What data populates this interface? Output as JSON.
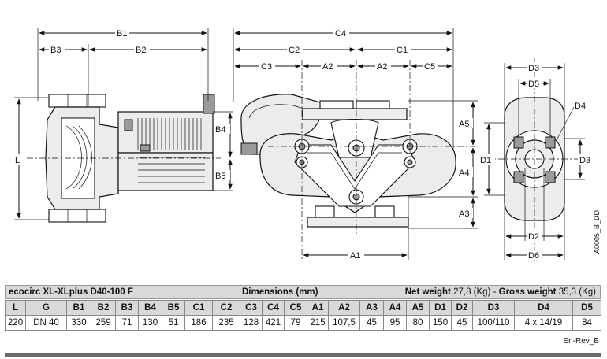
{
  "drawing": {
    "labels": {
      "B1": "B1",
      "B2": "B2",
      "B3": "B3",
      "B4": "B4",
      "B5": "B5",
      "L": "L",
      "C1": "C1",
      "C2": "C2",
      "C3": "C3",
      "C4": "C4",
      "C5": "C5",
      "A1": "A1",
      "A2": "A2",
      "A3": "A3",
      "A4": "A4",
      "A5": "A5",
      "D1": "D1",
      "D2": "D2",
      "D3": "D3",
      "D4": "D4",
      "D5": "D5",
      "D6": "D6"
    },
    "code": "A0005_B_DD"
  },
  "info": {
    "model": "ecocirc XL-XLplus D40-100 F",
    "dimensions_title": "Dimensions (mm)",
    "net_label": "Net weight",
    "net_value": "27,8 (Kg) -",
    "gross_label": "Gross weight",
    "gross_value": "35,3 (Kg)"
  },
  "table": {
    "headers": [
      "L",
      "G",
      "B1",
      "B2",
      "B3",
      "B4",
      "B5",
      "C1",
      "C2",
      "C3",
      "C4",
      "C5",
      "A1",
      "A2",
      "A3",
      "A4",
      "A5",
      "D1",
      "D2",
      "D3",
      "D4",
      "D5"
    ],
    "values": [
      "220",
      "DN 40",
      "330",
      "259",
      "71",
      "130",
      "51",
      "186",
      "235",
      "128",
      "421",
      "79",
      "215",
      "107,5",
      "45",
      "95",
      "80",
      "150",
      "45",
      "100/110",
      "4 x 14/19",
      "84"
    ]
  },
  "revision": "En-Rev_B"
}
